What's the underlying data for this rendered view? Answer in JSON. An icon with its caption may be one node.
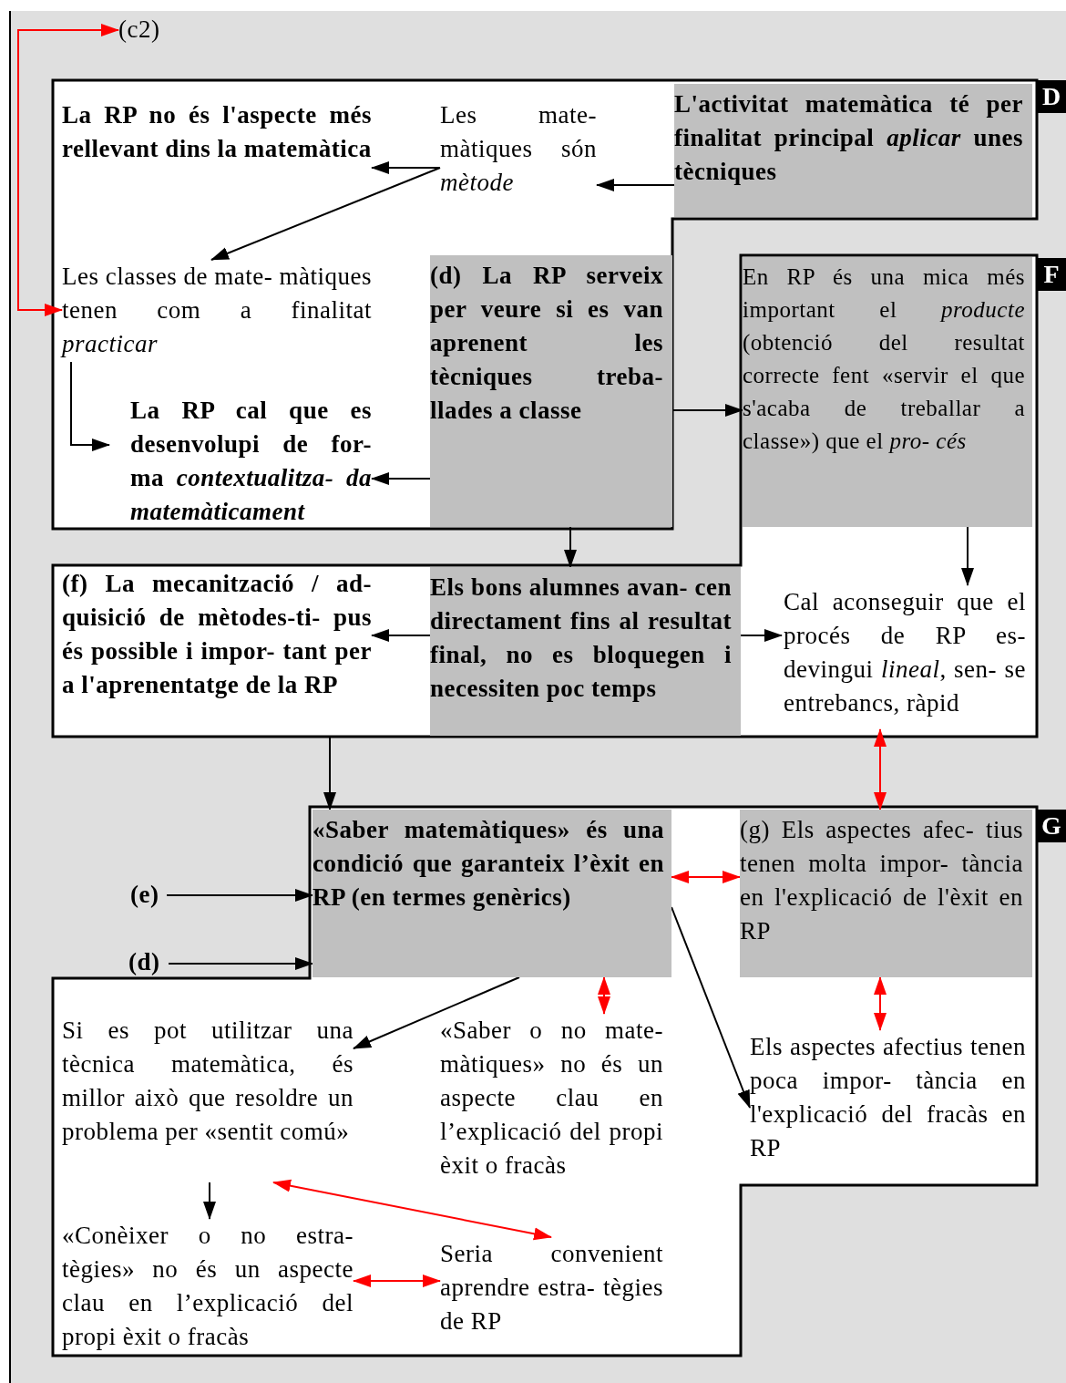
{
  "diagram": {
    "nodes": [
      {
        "text": [
          "D"
        ]
      },
      {
        "text": [
          "La RP no és l'aspecte més rellevant dins la matemàtica"
        ],
        "in": 0
      },
      {
        "text": [
          "Les mate- màtiques són *mètode*"
        ],
        "in": 0
      },
      {
        "text": [
          "L'activitat matemàtica té per finalitat principal *aplicar* unes tècniques"
        ],
        "in": 0
      },
      {
        "text": [
          "Les classes de mate- màtiques tenen com a finalitat *practicar*"
        ],
        "in": 0
      },
      {
        "text": [
          "(d) La RP serveix per veure si es van aprenent les tècniques treba- llades a classe"
        ],
        "in": 0
      },
      {
        "text": [
          "La RP cal que es desenvolupi de for- ma *contextualitza- da matemàticament*"
        ],
        "in": 0
      },
      {
        "text": [
          "F"
        ]
      },
      {
        "text": [
          "En RP és una mica més important el *producte* (obtenció del resultat correcte fent «servir el que s'acaba de treballar a classe») que el *pro- cés*"
        ],
        "in": 7
      },
      {
        "text": [
          "(f) La mecanització / ad- quisició de mètodes-ti- pus és possible i impor- tant per a l'aprenentatge de la RP"
        ],
        "in": 7
      },
      {
        "text": [
          "Els bons alumnes avan- cen directament fins al resultat final, no es bloquegen i necessiten poc temps"
        ],
        "in": 7
      },
      {
        "text": [
          "Cal aconseguir que el procés de RP es- devingui *lineal*, sen- se entrebancs, ràpid"
        ],
        "in": 7
      },
      {
        "text": [
          "G"
        ]
      },
      {
        "text": [
          "«Saber matemàtiques» és una condició que garanteix l’èxit en RP (en termes genèrics)"
        ],
        "in": 12
      },
      {
        "text": [
          "(g) Els aspectes afec- tius tenen molta impor- tància en l'explicació de l'èxit en RP"
        ],
        "in": 12
      },
      {
        "text": [
          "Si es pot utilitzar una tècnica matemàtica, és millor això que resoldre un problema per «sentit comú»"
        ],
        "in": 12
      },
      {
        "text": [
          "«Saber o no mate- màtiques» no és un aspecte clau en l’explicació del propi èxit o fracàs"
        ],
        "in": 12
      },
      {
        "text": [
          "Els aspectes afectius tenen poca impor- tància en l'explicació del fracàs en RP"
        ],
        "in": 12
      },
      {
        "text": [
          "«Conèixer o no estra- tègies» no és un aspecte clau en l’explicació del propi èxit o fracàs"
        ],
        "in": 12
      },
      {
        "text": [
          "Seria convenient aprendre estra- tègies de RP"
        ],
        "in": 12
      },
      {
        "text": [
          "(c2)"
        ]
      },
      {
        "text": [
          "(e)"
        ]
      },
      {
        "text": [
          "(d)"
        ]
      }
    ],
    "edges": [
      {
        "from": 2,
        "to": 1,
        "arrow": "to"
      },
      {
        "from": 2,
        "to": 4,
        "arrow": "to"
      },
      {
        "from": 3,
        "to": 2,
        "arrow": "to"
      },
      {
        "from": 4,
        "to": 6,
        "arrow": "to"
      },
      {
        "from": 5,
        "to": 6,
        "arrow": "to"
      },
      {
        "from": 5,
        "to": 8,
        "arrow": "to"
      },
      {
        "from": 5,
        "to": 10,
        "arrow": "to"
      },
      {
        "from": 8,
        "to": 11,
        "arrow": "to"
      },
      {
        "from": 10,
        "to": 9,
        "arrow": "to"
      },
      {
        "from": 10,
        "to": 11,
        "arrow": "to"
      },
      {
        "from": 9,
        "to": 13,
        "arrow": "to"
      },
      {
        "from": 21,
        "to": 13,
        "arrow": "to"
      },
      {
        "from": 22,
        "to": 13,
        "arrow": "to"
      },
      {
        "from": 13,
        "to": 14,
        "arrow": "both",
        "color": "#ff0000"
      },
      {
        "from": 11,
        "to": 14,
        "arrow": "both",
        "color": "#ff0000"
      },
      {
        "from": 13,
        "to": 16,
        "arrow": "both",
        "color": "#ff0000"
      },
      {
        "from": 14,
        "to": 17,
        "arrow": "both",
        "color": "#ff0000"
      },
      {
        "from": 13,
        "to": 15,
        "arrow": "to"
      },
      {
        "from": 13,
        "to": 17,
        "arrow": "to"
      },
      {
        "from": 15,
        "to": 18,
        "arrow": "to"
      },
      {
        "from": 15,
        "to": 19,
        "arrow": "both",
        "color": "#ff0000"
      },
      {
        "from": 18,
        "to": 19,
        "arrow": "both",
        "color": "#ff0000"
      },
      {
        "from": 4,
        "to": 20,
        "arrow": "both",
        "color": "#ff0000"
      }
    ]
  }
}
